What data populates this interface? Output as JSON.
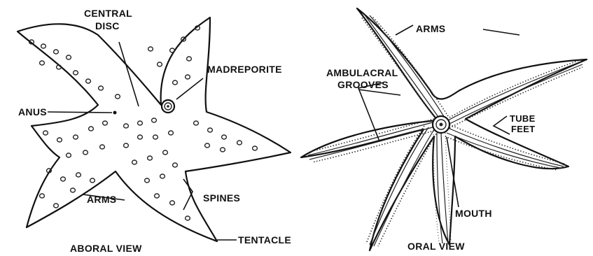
{
  "left_view": {
    "title": "ABORAL VIEW",
    "labels": {
      "central_disc_line1": "CENTRAL",
      "central_disc_line2": "DISC",
      "madreporite": "MADREPORITE",
      "anus": "ANUS",
      "arms": "ARMS",
      "spines": "SPINES",
      "tentacle": "TENTACLE"
    }
  },
  "right_view": {
    "title": "ORAL VIEW",
    "labels": {
      "arms": "ARMS",
      "ambulacral_line1": "AMBULACRAL",
      "ambulacral_line2": "GROOVES",
      "tube_feet_line1": "TUBE",
      "tube_feet_line2": "FEET",
      "mouth": "MOUTH"
    }
  },
  "colors": {
    "ink": "#111111",
    "background": "#ffffff"
  }
}
